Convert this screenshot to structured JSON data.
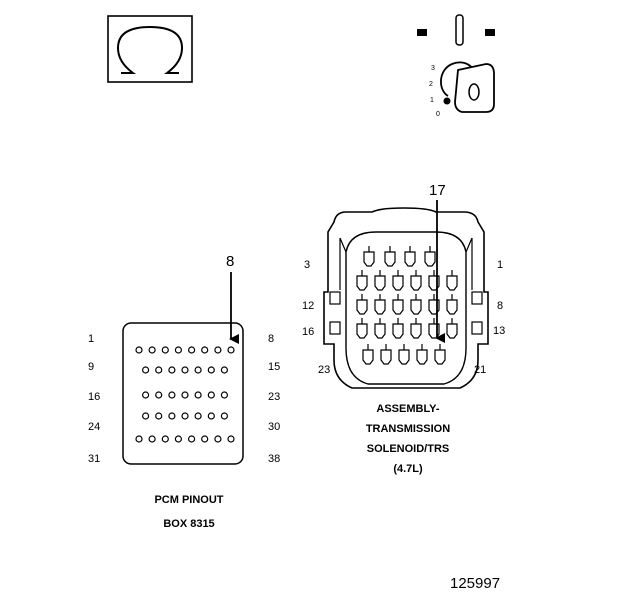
{
  "ohmmeter": {
    "symbol": "Ω"
  },
  "ignition": {
    "positions": [
      "3",
      "2",
      "1",
      "0"
    ]
  },
  "pcm": {
    "callout": "8",
    "left_labels": [
      "1",
      "9",
      "16",
      "24",
      "31"
    ],
    "right_labels": [
      "8",
      "15",
      "23",
      "30",
      "38"
    ],
    "row_pin_counts": [
      8,
      7,
      7,
      7,
      8
    ],
    "caption_line1": "PCM PINOUT",
    "caption_line2": "BOX 8315"
  },
  "connector": {
    "callout": "17",
    "labels": {
      "top_left": "3",
      "top_right": "1",
      "mid_left_upper": "12",
      "mid_right_upper": "8",
      "mid_left_lower": "16",
      "mid_right_lower": "13",
      "bottom_left": "23",
      "bottom_right": "21"
    },
    "caption_line1": "ASSEMBLY-",
    "caption_line2": "TRANSMISSION",
    "caption_line3": "SOLENOID/TRS",
    "caption_line4": "(4.7L)"
  },
  "figure_number": "125997"
}
